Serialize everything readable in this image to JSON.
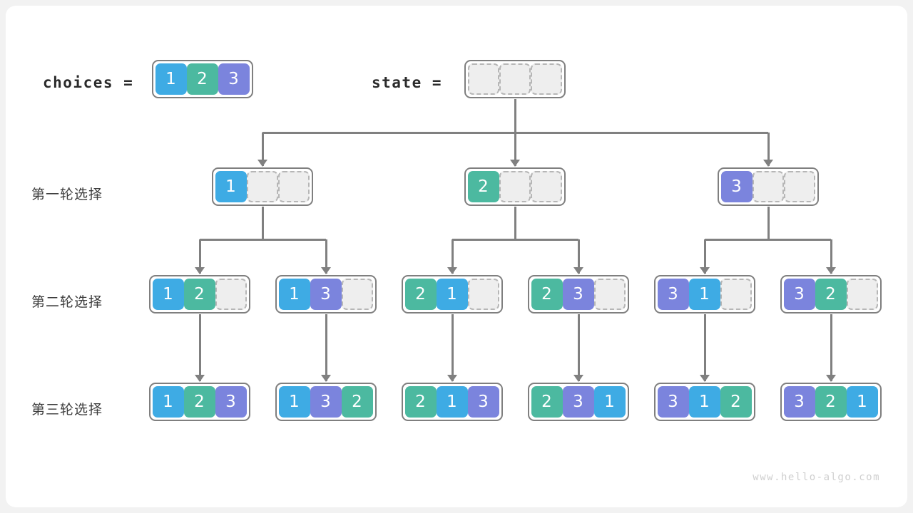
{
  "diagram": {
    "title": "permutations-backtracking-tree",
    "watermark": "www.hello-algo.com",
    "colors": {
      "one": "#3eabe4",
      "two": "#4cb9a0",
      "three": "#7b84dd",
      "empty": "#eeeeee",
      "border": "#7f7f7f",
      "connector": "#808080",
      "background": "#ffffff"
    },
    "header": {
      "choices_label": "choices  =",
      "choices_values": [
        "1",
        "2",
        "3"
      ],
      "state_label": "state  =",
      "state_values": [
        "",
        "",
        ""
      ]
    },
    "rows": [
      {
        "label": "第一轮选择",
        "nodes": [
          {
            "values": [
              "1",
              "",
              ""
            ]
          },
          {
            "values": [
              "2",
              "",
              ""
            ]
          },
          {
            "values": [
              "3",
              "",
              ""
            ]
          }
        ]
      },
      {
        "label": "第二轮选择",
        "nodes": [
          {
            "values": [
              "1",
              "2",
              ""
            ]
          },
          {
            "values": [
              "1",
              "3",
              ""
            ]
          },
          {
            "values": [
              "2",
              "1",
              ""
            ]
          },
          {
            "values": [
              "2",
              "3",
              ""
            ]
          },
          {
            "values": [
              "3",
              "1",
              ""
            ]
          },
          {
            "values": [
              "3",
              "2",
              ""
            ]
          }
        ]
      },
      {
        "label": "第三轮选择",
        "nodes": [
          {
            "values": [
              "1",
              "2",
              "3"
            ]
          },
          {
            "values": [
              "1",
              "3",
              "2"
            ]
          },
          {
            "values": [
              "2",
              "1",
              "3"
            ]
          },
          {
            "values": [
              "2",
              "3",
              "1"
            ]
          },
          {
            "values": [
              "3",
              "1",
              "2"
            ]
          },
          {
            "values": [
              "3",
              "2",
              "1"
            ]
          }
        ]
      }
    ]
  }
}
